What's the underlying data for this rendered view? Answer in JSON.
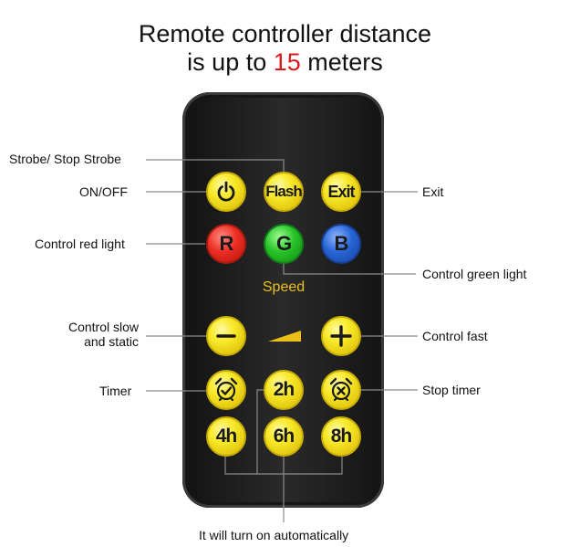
{
  "title": {
    "line1": "Remote controller distance",
    "line2_prefix": "is up to ",
    "line2_highlight": "15",
    "line2_suffix": " meters"
  },
  "remote": {
    "row1": [
      "",
      "Flash",
      "Exit"
    ],
    "row2": [
      "R",
      "G",
      "B"
    ],
    "speed_label": "Speed",
    "row4": [
      "4h",
      "6h",
      "8h"
    ],
    "timer_2h": "2h"
  },
  "labels": {
    "strobe": "Strobe/ Stop Strobe",
    "on_off": "ON/OFF",
    "exit": "Exit",
    "red": "Control red light",
    "green": "Control green light",
    "slow_line1": "Control slow",
    "slow_line2": "and static",
    "fast": "Control fast",
    "timer": "Timer",
    "stop_timer": "Stop timer",
    "auto": "It will turn on automatically"
  },
  "colors": {
    "highlight": "#d9181b",
    "button_yellow": "#f4e21c",
    "button_red": "#ec2c22",
    "button_green": "#27c327",
    "button_blue": "#2765d6",
    "speed_text": "#ecc018"
  },
  "icons": {
    "power": "power-icon",
    "minus": "minus-icon",
    "plus": "plus-icon",
    "alarm": "alarm-clock-check-icon",
    "alarm_off": "alarm-clock-x-icon",
    "ramp": "speed-ramp-icon"
  }
}
